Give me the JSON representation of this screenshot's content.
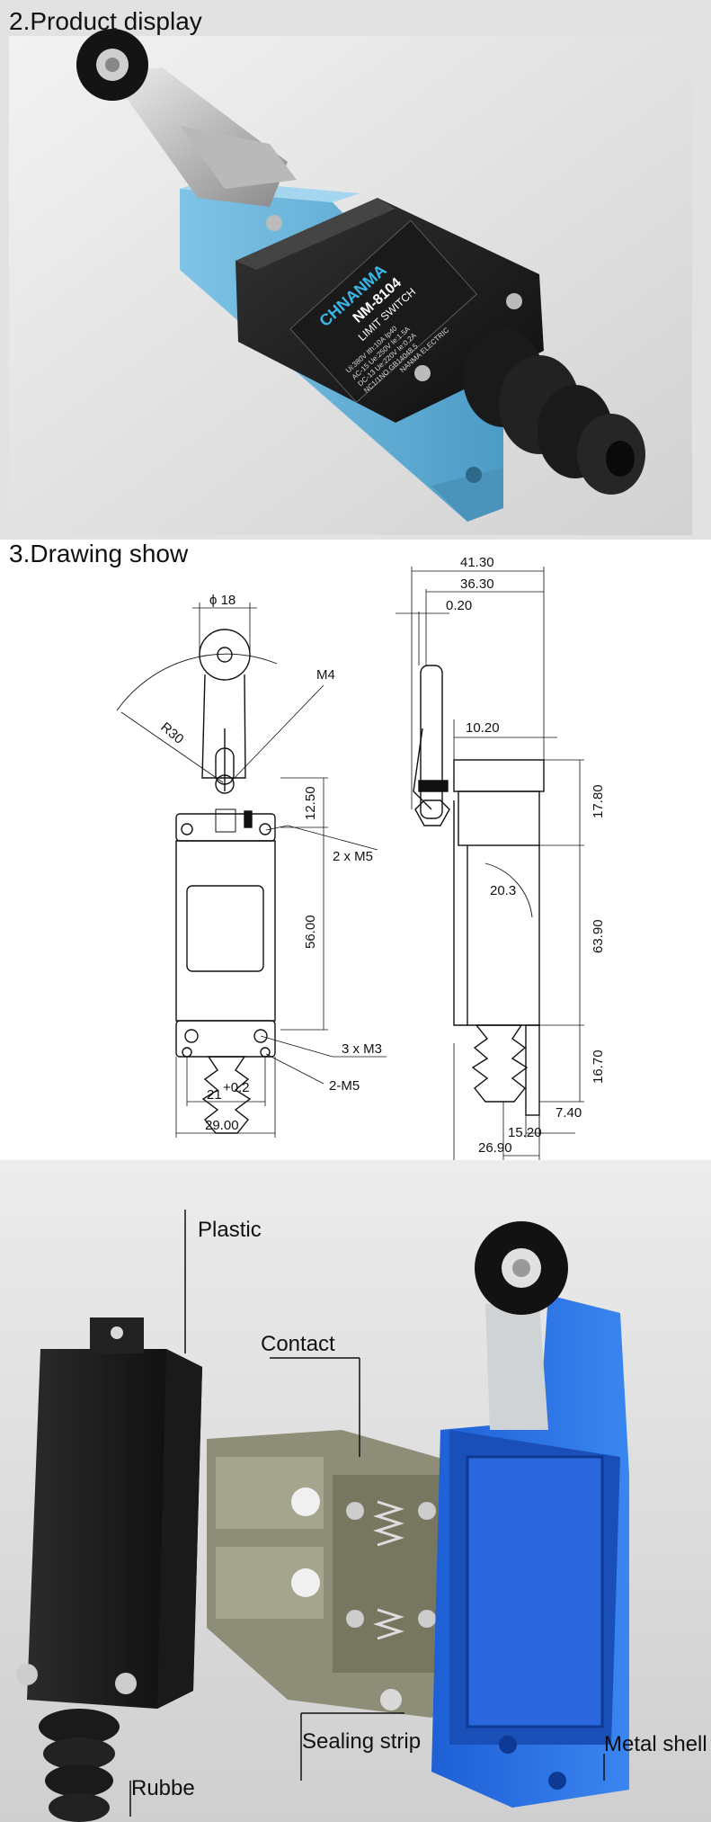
{
  "sections": {
    "product_display": {
      "heading": "2.Product display"
    },
    "drawing_show": {
      "heading": "3.Drawing show"
    }
  },
  "product": {
    "brand": "CHNANMA",
    "model": "NM-8104",
    "type": "LIMIT SWITCH",
    "spec_lines": [
      "Ui:380V  Ith:10A  Ip40",
      "AC-15  Ue:250V  Ie:1.5A",
      "DC-13  Ue:220V  Ie:0.2A",
      "NC1/1NO  GB14048.5",
      "NANMA ELECTRIC"
    ]
  },
  "drawing": {
    "front": {
      "roller_dia": "ϕ 18",
      "thread_m4": "M4",
      "radius": "R30",
      "dim_12_50": "12.50",
      "dim_2xm5": "2 x M5",
      "dim_56_00": "56.00",
      "dim_3xm3": "3 x M3",
      "dim_2m5": "2-M5",
      "dim_21": "21",
      "dim_21_tol": "+0.2",
      "dim_29_00": "29.00"
    },
    "side": {
      "dim_41_30": "41.30",
      "dim_36_30": "36.30",
      "dim_0_20": "0.20",
      "dim_10_20": "10.20",
      "dim_17_80": "17.80",
      "dim_20_3": "20.3",
      "dim_63_90": "63.90",
      "dim_16_70": "16.70",
      "dim_7_40": "7.40",
      "dim_15_20": "15.20",
      "dim_26_90": "26.90"
    }
  },
  "exploded": {
    "plastic": "Plastic",
    "contact": "Contact",
    "sealing_strip": "Sealing strip",
    "metal_shell": "Metal shell",
    "rubber": "Rubbe"
  },
  "colors": {
    "body_blue": "#6fb6dc",
    "shell_blue": "#2a6fe0",
    "housing_black": "#1c1c1c",
    "contact_gray": "#9a9a86"
  }
}
